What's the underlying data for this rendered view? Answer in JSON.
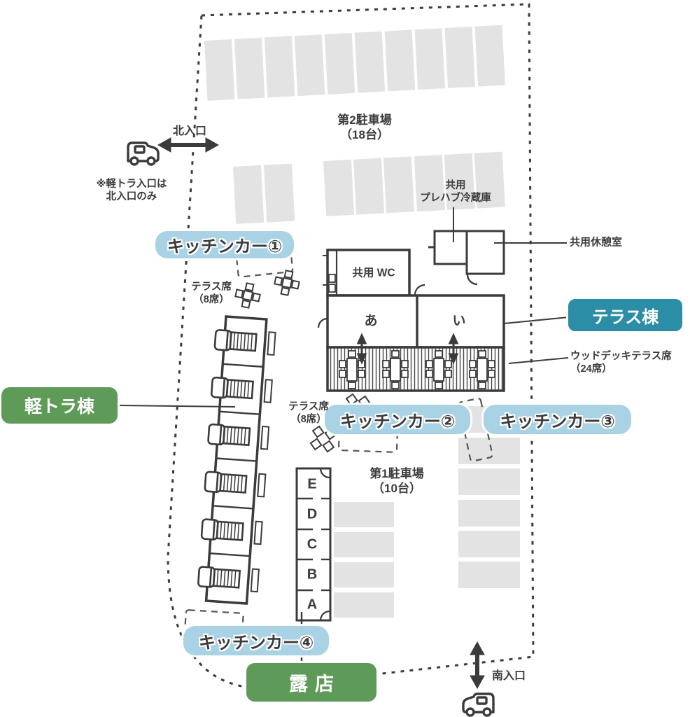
{
  "map": {
    "north": {
      "label": "北入口",
      "note1": "※軽トラ入口は",
      "note2": "北入口のみ"
    },
    "south": {
      "label": "南入口"
    },
    "parking2": {
      "name": "第2駐車場",
      "capacity": "（18台）"
    },
    "parking1": {
      "name": "第1駐車場",
      "capacity": "（10台）"
    },
    "fridge1": "共用",
    "fridge2": "プレハブ冷蔵庫",
    "rest": "共用休憩室",
    "wc": "共用 WC",
    "roomA": "あ",
    "roomB": "い",
    "terrace_bldg": "テラス棟",
    "deck1": "ウッドデッキテラス席",
    "deck2": "（24席）",
    "keitora": "軽トラ棟",
    "kitchen1": "キッチンカー①",
    "kitchen2": "キッチンカー②",
    "kitchen3": "キッチンカー③",
    "kitchen4": "キッチンカー④",
    "tseats1a": "テラス席",
    "tseats1b": "（8席）",
    "tseats2a": "テラス席",
    "tseats2b": "（8席）",
    "roten": "露店",
    "stalls": [
      "E",
      "D",
      "C",
      "B",
      "A"
    ]
  },
  "colors": {
    "kitchen_label_bg": "#a9d2e4",
    "terrace_label_bg": "#2b8da6",
    "green_label_bg": "#5f9b58",
    "parking_stall_gray": "#e3e3e3",
    "line_dark": "#3b3b3b"
  }
}
